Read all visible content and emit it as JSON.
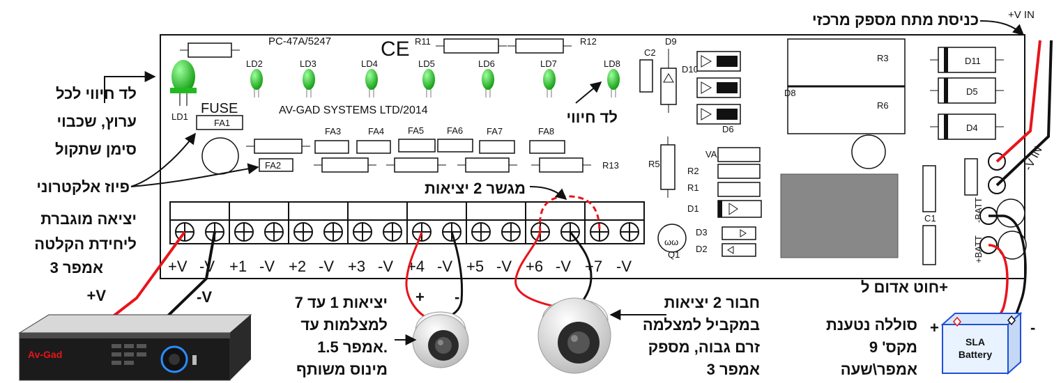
{
  "board": {
    "model": "PC-47A/5247",
    "ce": "CE",
    "company": "AV-GAD SYSTEMS LTD/2014",
    "fuse_title": "FUSE",
    "leds": [
      "LD1",
      "LD2",
      "LD3",
      "LD4",
      "LD5",
      "LD6",
      "LD7",
      "LD8"
    ],
    "fuses": [
      "FA1",
      "FA2",
      "FA3",
      "FA4",
      "FA5",
      "FA6",
      "FA7",
      "FA8"
    ],
    "resistors": [
      "R11",
      "R12",
      "R13",
      "R3",
      "R6",
      "R5",
      "R2",
      "R1"
    ],
    "parts": {
      "c2": "C2",
      "d9": "D9",
      "d10": "D10",
      "d8": "D8",
      "d6": "D6",
      "d11": "D11",
      "d5": "D5",
      "d4": "D4",
      "va2": "VA2",
      "d1": "D1",
      "d3": "D3",
      "d2": "D2",
      "q1": "Q1",
      "c1": "C1",
      "minus_batt": "-BATT",
      "plus_batt": "+BATT"
    },
    "terminals": [
      "+V",
      "-V",
      "+1",
      "-V",
      "+2",
      "-V",
      "+3",
      "-V",
      "+4",
      "-V",
      "+5",
      "-V",
      "+6",
      "-V",
      "+7",
      "-V"
    ]
  },
  "annotations": {
    "main_power_in": "כניסת מתח מספק מרכזי",
    "plus_v_in": "+V IN",
    "minus_v_in": "-V IN",
    "led_per_channel": [
      "לד חיווי לכל",
      "ערוץ, שכבוי",
      "סימן שתקול"
    ],
    "indicator_led": "לד חיווי",
    "electronic_fuse": "פיוז אלקטרוני",
    "boosted_output": [
      "יציאה מוגברת",
      "ליחידת הקלטה",
      "3 אמפר"
    ],
    "plus_v": "+V",
    "minus_v": "-V",
    "bridge_2_outputs": "מגשר 2 יציאות",
    "outputs_1_7": [
      "יציאות 1 עד 7",
      "למצלמות עד",
      "1.5 אמפר.",
      "מינוס משותף"
    ],
    "cam_plus": "+",
    "cam_minus": "-",
    "parallel_2": [
      "חבור 2 יציאות",
      "במקביל למצלמה",
      "זרם גבוה, מספק",
      "3 אמפר"
    ],
    "battery_desc": [
      "סוללה נטענת",
      "מקס' 9",
      "אמפר\\שעה"
    ],
    "red_wire": "חוט אדום ל+",
    "batt_plus": "+",
    "batt_minus": "-",
    "battery_label": [
      "SLA",
      "Battery"
    ],
    "dvr_brand": "Av-Gad"
  },
  "colors": {
    "wire_red": "#e8141b",
    "wire_black": "#111111",
    "led_green": "#22b922",
    "batt_blue": "#1f4fd8",
    "batt_fill": "#e9f3ff"
  }
}
